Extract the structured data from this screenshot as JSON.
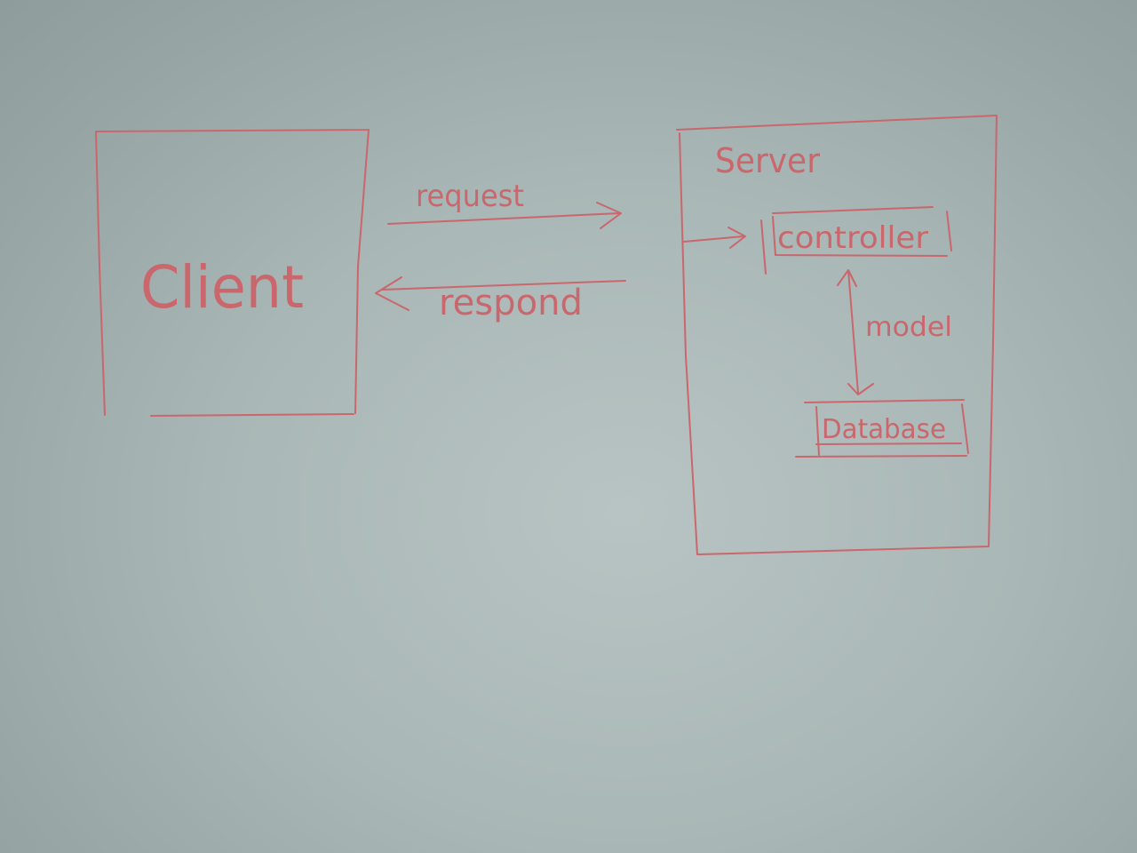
{
  "diagram": {
    "client": {
      "label": "Client"
    },
    "server": {
      "label": "Server",
      "controller": {
        "label": "controller"
      },
      "database": {
        "label": "Database"
      },
      "link_label": "model"
    },
    "arrows": {
      "request": {
        "label": "request"
      },
      "respond": {
        "label": "respond"
      }
    }
  },
  "colors": {
    "ink": "#c9676d",
    "paper": "#a9b7b6"
  }
}
